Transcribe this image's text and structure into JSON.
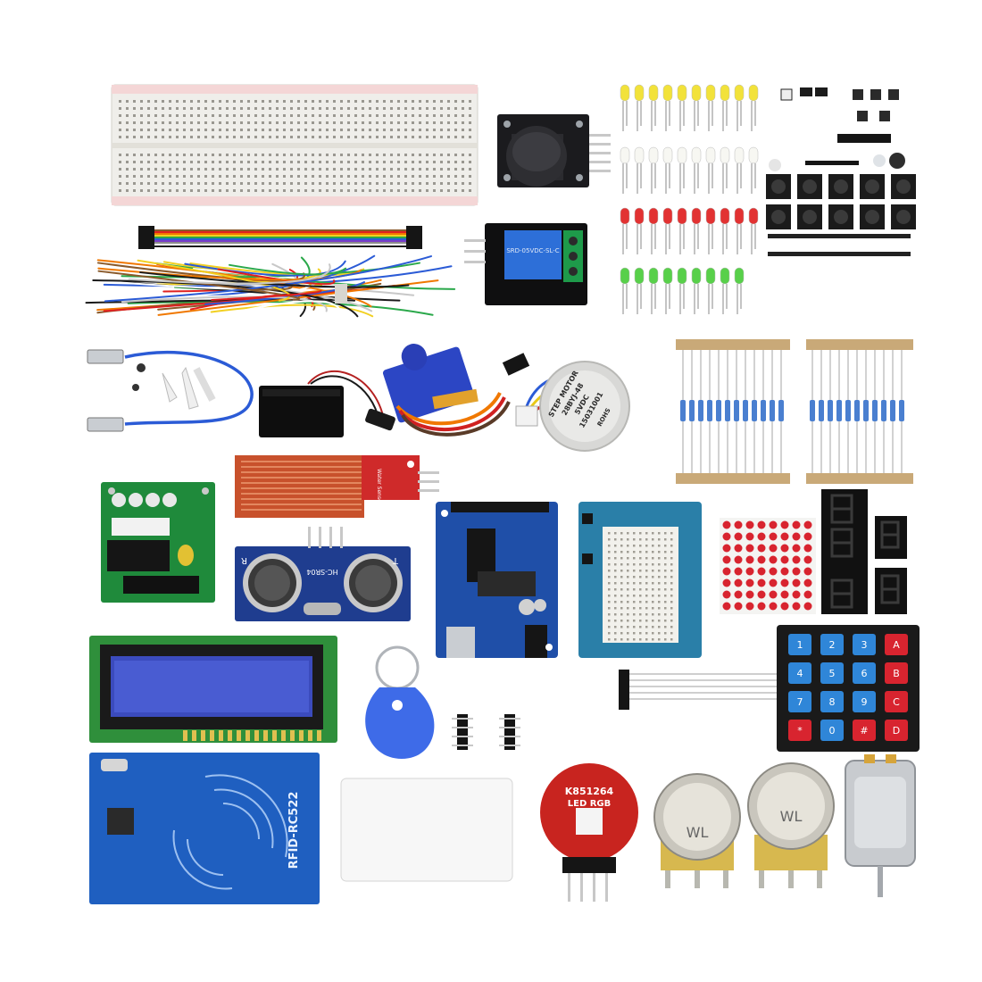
{
  "image": {
    "subject": "Arduino starter kit components",
    "background_color": "#ffffff"
  },
  "labels": {
    "stepper_line1": "STEP MOTOR",
    "stepper_line2": "28BYJ-48",
    "stepper_line3": "5VDC",
    "stepper_line4": "15031001",
    "stepper_rohs": "ROHS",
    "ultrasonic_model": "HC-SR04",
    "ultrasonic_t": "T",
    "ultrasonic_r": "R",
    "water_sensor": "Water Sensor",
    "rfid_model": "RFID-RC522",
    "rgb_code": "K851264",
    "rgb_name": "LED RGB",
    "pot_brand_1": "WL",
    "pot_brand_2": "WL",
    "relay_label": "SRD-05VDC-SL-C",
    "keypad_keys": [
      "1",
      "2",
      "3",
      "A",
      "4",
      "5",
      "6",
      "B",
      "7",
      "8",
      "9",
      "C",
      "*",
      "0",
      "#",
      "D"
    ]
  },
  "colors": {
    "pcb_blue": "#1f4fa8",
    "pcb_green": "#1f8a3b",
    "pcb_red": "#c8241f",
    "breadboard": "#efeeea",
    "servo_blue": "#2c46c4",
    "relay_blue": "#2d6fd8",
    "lcd_blue": "#3b4bbd",
    "copper": "#c8512c"
  }
}
